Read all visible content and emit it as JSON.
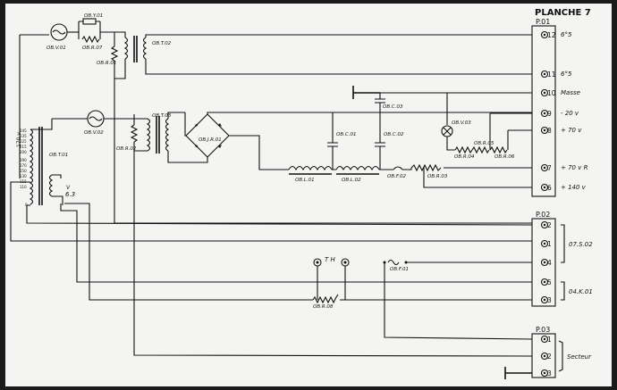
{
  "title": "PLANCHE 7",
  "connectors": [
    {
      "id": "P.01",
      "pins": [
        {
          "num": "12",
          "label": "6°5"
        },
        {
          "num": "11",
          "label": "6°5"
        },
        {
          "num": "10",
          "label": "Masse"
        },
        {
          "num": "9",
          "label": "- 20 v"
        },
        {
          "num": "8",
          "label": "+ 70 v"
        },
        {
          "num": "7",
          "label": "+ 70 v R"
        },
        {
          "num": "6",
          "label": "+ 140 v"
        }
      ]
    },
    {
      "id": "P.02",
      "pins": [
        {
          "num": "2"
        },
        {
          "num": "1"
        },
        {
          "num": "4"
        },
        {
          "num": "5"
        },
        {
          "num": "3"
        }
      ]
    },
    {
      "id": "P.03",
      "pins": [
        {
          "num": "1"
        },
        {
          "num": "2"
        },
        {
          "num": "3"
        }
      ]
    }
  ],
  "group_labels": {
    "p02_a": "07.S.02",
    "p02_b": "04.K.01",
    "p03": "Secteur"
  },
  "components": {
    "ov01": "OB.V.01",
    "oy01": "OB.Y.01",
    "or07": "OB.R.07",
    "ot02": "OB.T.02",
    "or01": "OB.R.01",
    "ov02": "OB.V.02",
    "ot03": "OB.T.03",
    "or02": "OB.R.02",
    "ot01": "OB.T.01",
    "oj01": "OB.J.R.01",
    "ol01": "OB.L.01",
    "ol02": "OB.L.02",
    "oc01": "OB.C.01",
    "oc02": "OB.C.02",
    "oc03": "OB.C.03",
    "of02": "OB.F.02",
    "or03": "OB.R.03",
    "ov03": "OB.V.03",
    "or04": "OB.R.04",
    "or05": "OB.R.05",
    "or06": "OB.R.06",
    "of01": "OB.F.01",
    "or08": "OB.R.08",
    "th": "T H"
  },
  "transformer_taps": [
    "245",
    "235",
    "225",
    "215",
    "200",
    "190",
    "170",
    "150",
    "130",
    "115",
    "110",
    "0"
  ],
  "transformer_side": "170 v",
  "secondary_label": "6.3",
  "secondary_tap": "V"
}
